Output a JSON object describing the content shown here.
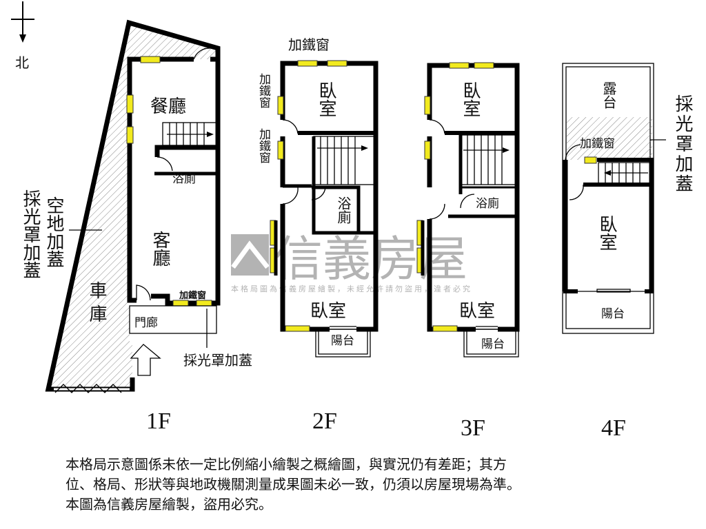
{
  "compass": {
    "label": "北"
  },
  "floors": [
    {
      "name": "1F",
      "rooms": {
        "dining": "餐廳",
        "bath": "浴廁",
        "living": "客廳",
        "garage": "車庫",
        "porch": "門廊",
        "iron_window": "加鐵窗",
        "skylight_left": "採光罩加蓋",
        "vacant_land": "空地加蓋",
        "skylight_bottom": "採光罩加蓋"
      }
    },
    {
      "name": "2F",
      "rooms": {
        "iron_window_top": "加鐵窗",
        "iron_window_left1": "加鐵窗",
        "iron_window_left2": "加鐵窗",
        "bedroom1": "臥室",
        "bath": "浴廁",
        "bedroom2": "臥室",
        "balcony": "陽台"
      }
    },
    {
      "name": "3F",
      "rooms": {
        "bedroom1": "臥室",
        "bath": "浴廁",
        "bedroom2": "臥室",
        "balcony": "陽台"
      }
    },
    {
      "name": "4F",
      "rooms": {
        "terrace": "露台",
        "iron_window": "加鐵窗",
        "bedroom": "臥室",
        "balcony": "陽台",
        "skylight": "採光罩加蓋"
      }
    }
  ],
  "watermark": {
    "brand": "信義房屋",
    "notice": "本格局圖為信義房屋繪製，未經允許請勿盜用，違者必究"
  },
  "disclaimer": {
    "line1": "本格局示意圖係未依一定比例縮小繪製之概繪圖，與實況仍有差距；其方",
    "line2": "位、格局、形狀等與地政機關測量成果圖未必一致，仍須以房屋現場為準。",
    "line3": "本圖為信義房屋繪製，盜用必究。"
  },
  "colors": {
    "window": "#f2ea1e",
    "wall": "#000000",
    "watermark": "#9a9a9a"
  }
}
